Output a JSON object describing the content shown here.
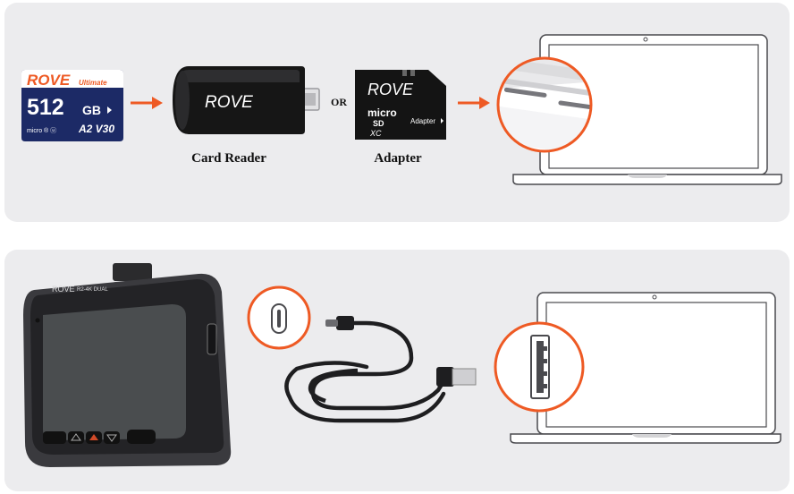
{
  "colors": {
    "accent": "#ee5a24",
    "panel": "#ececee",
    "card_blue": "#1c2a66"
  },
  "step1": {
    "sd_card": {
      "brand": "ROVE",
      "line": "Ultimate",
      "capacity": "512",
      "unit": "GB",
      "specs": "A2 V30"
    },
    "card_reader": {
      "brand": "ROVE",
      "caption": "Card Reader"
    },
    "or_label": "OR",
    "adapter": {
      "brand": "ROVE",
      "micro": "micro",
      "sd": "SD",
      "xc": "XC",
      "tag": "Adapter",
      "caption": "Adapter"
    }
  },
  "step2": {
    "dashcam": {
      "brand": "ROVE",
      "model": "R2-4K DUAL"
    }
  }
}
